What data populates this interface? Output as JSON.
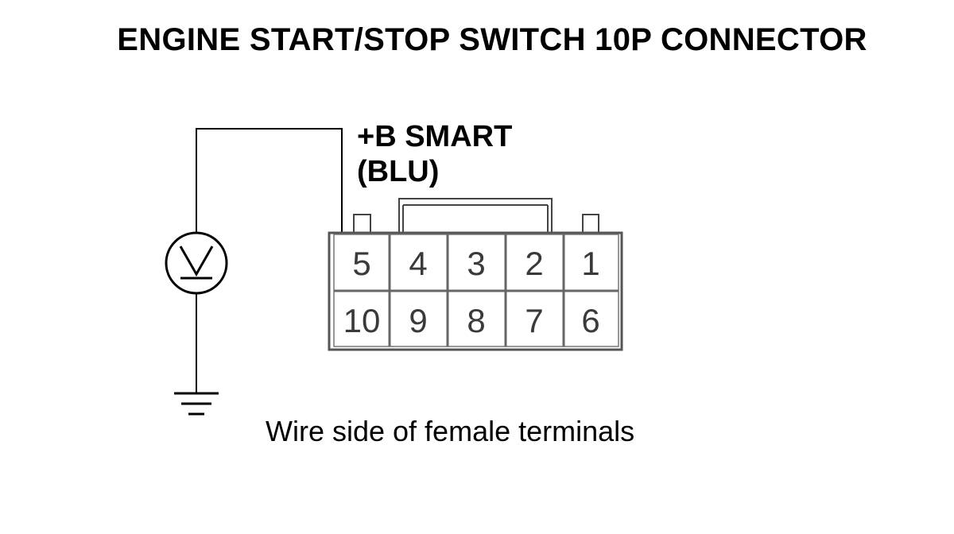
{
  "title": "ENGINE START/STOP SWITCH 10P CONNECTOR",
  "wire_label": {
    "line1": "+B SMART",
    "line2": "(BLU)"
  },
  "caption": "Wire side of female terminals",
  "meter": {
    "symbol": "V",
    "icon": "voltmeter-icon"
  },
  "ground": {
    "icon": "ground-icon"
  },
  "connector": {
    "top_row": [
      "5",
      "4",
      "3",
      "2",
      "1"
    ],
    "bottom_row": [
      "10",
      "9",
      "8",
      "7",
      "6"
    ],
    "probed_terminal": "5"
  }
}
